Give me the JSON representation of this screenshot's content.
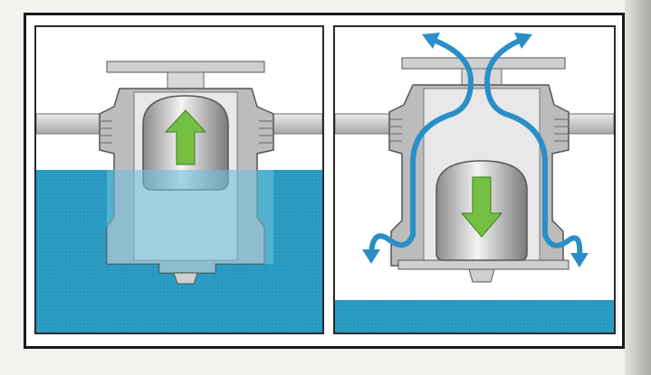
{
  "diagram": {
    "panels": [
      {
        "id": "left",
        "state": "float-up",
        "arrow_direction": "up"
      },
      {
        "id": "right",
        "state": "float-down",
        "arrow_direction": "down"
      }
    ],
    "colors": {
      "water": "#2b9cc4",
      "water_light": "#6fbfd8",
      "arrow": "#74c043",
      "air_flow": "#2a8fc8",
      "valve_body": "#bdbdbd",
      "valve_dark": "#7a7a7a",
      "float_light": "#f2f2f2",
      "float_dark": "#8a8a8a",
      "pipe": "#c8c8c8",
      "frame": "#1a1a1a"
    }
  }
}
